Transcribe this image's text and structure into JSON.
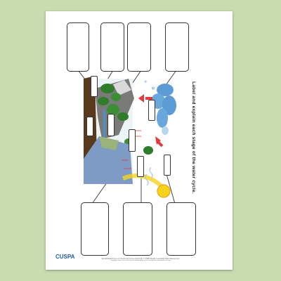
{
  "worksheet": {
    "instruction": "Label and explain each stage of the water cycle.",
    "logo_text": "CUSPA",
    "footer_line_1": "Worldofteaching.com hand resources copyright © 2008 Really Learnable Web Resources",
    "footer_line_2": "Copyright notice: this sheet may be photocopied for non-commercial classroom use only"
  },
  "colors": {
    "background": "#c7dcaf",
    "sheet": "#ffffff",
    "arrow": "#e23b3b",
    "cloud": "#5d9bd5",
    "sun": "#f6d31b",
    "logo": "#1f5aa6"
  },
  "label_boxes": {
    "large_count": 7,
    "small_count": 7
  }
}
